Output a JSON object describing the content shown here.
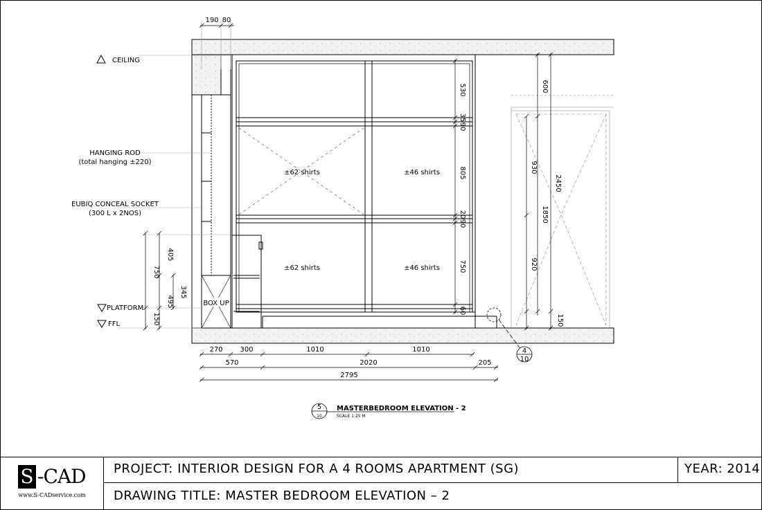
{
  "labels": {
    "ceiling": "CEILING",
    "hanging_rod_1": "HANGING ROD",
    "hanging_rod_2": "(total hanging ±220)",
    "socket_1": "EUBIQ CONCEAL  SOCKET",
    "socket_2": "(300 L x 2NOS)",
    "platform": "PLATFORM",
    "ffl": "FFL",
    "box_up": "BOX UP"
  },
  "shirts": {
    "upper_left": "±62 shirts",
    "upper_right": "±46 shirts",
    "lower_left": "±62 shirts",
    "lower_right": "±46 shirts"
  },
  "dimensions": {
    "top": [
      "190",
      "80"
    ],
    "left": [
      "405",
      "750",
      "345",
      "495",
      "150"
    ],
    "wardrobe_right": [
      "530",
      "35",
      "90",
      "805",
      "20",
      "90",
      "750",
      "60"
    ],
    "right": [
      "600",
      "930",
      "2450",
      "1850",
      "920",
      "150"
    ],
    "bottom_row1": [
      "270",
      "300",
      "1010",
      "1010"
    ],
    "bottom_row2": [
      "570",
      "2020",
      "205"
    ],
    "bottom_row3": [
      "2795"
    ]
  },
  "callout": {
    "top": "4",
    "bottom": "10"
  },
  "drawing_label": {
    "num_top": "5",
    "num_bottom": "10",
    "title": "MASTERBEDROOM ELEVATION - 2",
    "scale": "SCALE    1:25  M"
  },
  "title_block": {
    "logo_mark": "S",
    "logo_word": "-CAD",
    "logo_url": "www.S-CADservice.com",
    "project": "PROJECT:  INTERIOR DESIGN FOR A 4 ROOMS APARTMENT (SG)",
    "year": "YEAR:  2014",
    "drawing_title": "DRAWING TITLE:  MASTER BEDROOM ELEVATION  –  2"
  }
}
